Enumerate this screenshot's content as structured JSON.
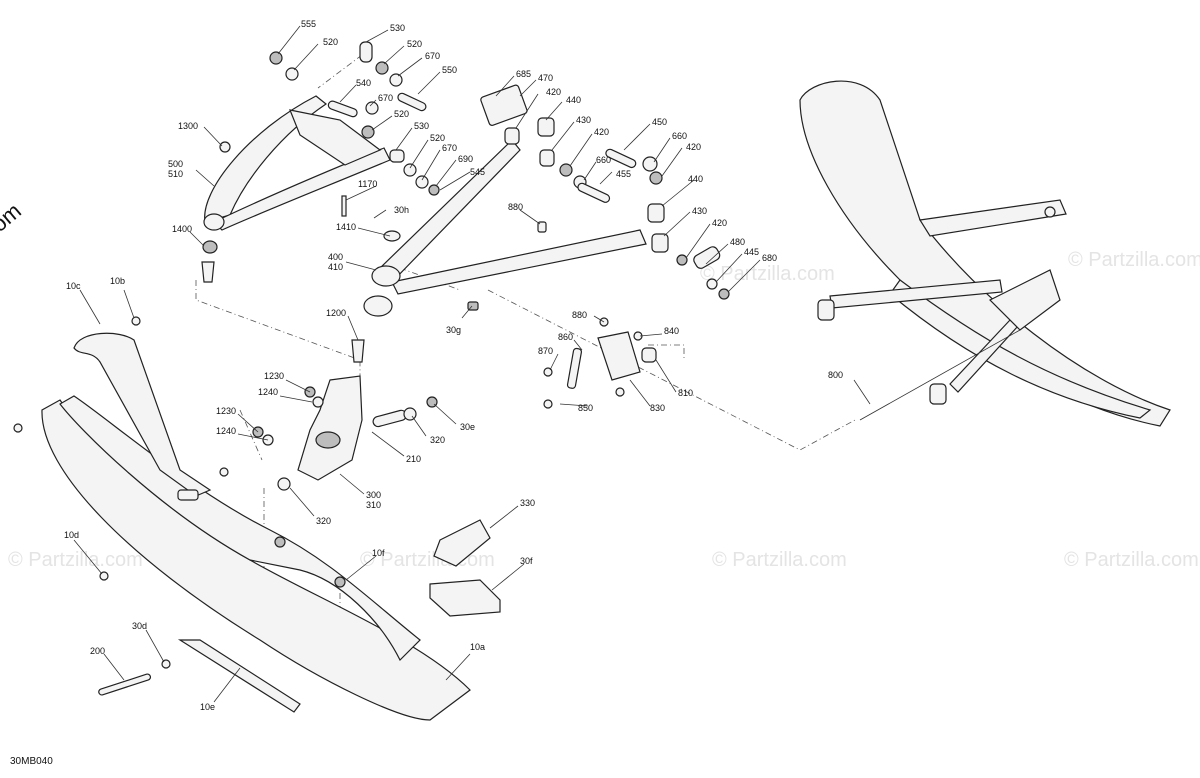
{
  "watermark": {
    "brand": "© Partzilla.com",
    "text": "© Partzilla.com"
  },
  "diagram_code": "30MB040",
  "callouts": [
    {
      "id": "c555",
      "text": "555"
    },
    {
      "id": "c520a",
      "text": "520"
    },
    {
      "id": "c530a",
      "text": "530"
    },
    {
      "id": "c520b",
      "text": "520"
    },
    {
      "id": "c670a",
      "text": "670"
    },
    {
      "id": "c550",
      "text": "550"
    },
    {
      "id": "c540",
      "text": "540"
    },
    {
      "id": "c670b",
      "text": "670"
    },
    {
      "id": "c520c",
      "text": "520"
    },
    {
      "id": "c530b",
      "text": "530"
    },
    {
      "id": "c520d",
      "text": "520"
    },
    {
      "id": "c670c",
      "text": "670"
    },
    {
      "id": "c690",
      "text": "690"
    },
    {
      "id": "c545",
      "text": "545"
    },
    {
      "id": "c1300",
      "text": "1300"
    },
    {
      "id": "c500",
      "text": "500"
    },
    {
      "id": "c510",
      "text": "510"
    },
    {
      "id": "c1400",
      "text": "1400"
    },
    {
      "id": "c685",
      "text": "685"
    },
    {
      "id": "c470",
      "text": "470"
    },
    {
      "id": "c420a",
      "text": "420"
    },
    {
      "id": "c440a",
      "text": "440"
    },
    {
      "id": "c430a",
      "text": "430"
    },
    {
      "id": "c420b",
      "text": "420"
    },
    {
      "id": "c450",
      "text": "450"
    },
    {
      "id": "c660a",
      "text": "660"
    },
    {
      "id": "c420c",
      "text": "420"
    },
    {
      "id": "c660b",
      "text": "660"
    },
    {
      "id": "c455",
      "text": "455"
    },
    {
      "id": "c440b",
      "text": "440"
    },
    {
      "id": "c430b",
      "text": "430"
    },
    {
      "id": "c420d",
      "text": "420"
    },
    {
      "id": "c480",
      "text": "480"
    },
    {
      "id": "c445",
      "text": "445"
    },
    {
      "id": "c680",
      "text": "680"
    },
    {
      "id": "c1170",
      "text": "1170"
    },
    {
      "id": "c30h",
      "text": "30h"
    },
    {
      "id": "c1410",
      "text": "1410"
    },
    {
      "id": "c880a",
      "text": "880"
    },
    {
      "id": "c400",
      "text": "400"
    },
    {
      "id": "c410",
      "text": "410"
    },
    {
      "id": "c30g",
      "text": "30g"
    },
    {
      "id": "c1200",
      "text": "1200"
    },
    {
      "id": "c880b",
      "text": "880"
    },
    {
      "id": "c840",
      "text": "840"
    },
    {
      "id": "c860",
      "text": "860"
    },
    {
      "id": "c870",
      "text": "870"
    },
    {
      "id": "c810",
      "text": "810"
    },
    {
      "id": "c850",
      "text": "850"
    },
    {
      "id": "c830",
      "text": "830"
    },
    {
      "id": "c800",
      "text": "800"
    },
    {
      "id": "c10c",
      "text": "10c"
    },
    {
      "id": "c10b",
      "text": "10b"
    },
    {
      "id": "c1230a",
      "text": "1230"
    },
    {
      "id": "c1240a",
      "text": "1240"
    },
    {
      "id": "c1230b",
      "text": "1230"
    },
    {
      "id": "c1240b",
      "text": "1240"
    },
    {
      "id": "c320a",
      "text": "320"
    },
    {
      "id": "c30e",
      "text": "30e"
    },
    {
      "id": "c210",
      "text": "210"
    },
    {
      "id": "c300",
      "text": "300"
    },
    {
      "id": "c310",
      "text": "310"
    },
    {
      "id": "c320b",
      "text": "320"
    },
    {
      "id": "c330",
      "text": "330"
    },
    {
      "id": "c10d",
      "text": "10d"
    },
    {
      "id": "c10f",
      "text": "10f"
    },
    {
      "id": "c30f",
      "text": "30f"
    },
    {
      "id": "c30d",
      "text": "30d"
    },
    {
      "id": "c200",
      "text": "200"
    },
    {
      "id": "c10a",
      "text": "10a"
    },
    {
      "id": "c10e",
      "text": "10e"
    }
  ]
}
